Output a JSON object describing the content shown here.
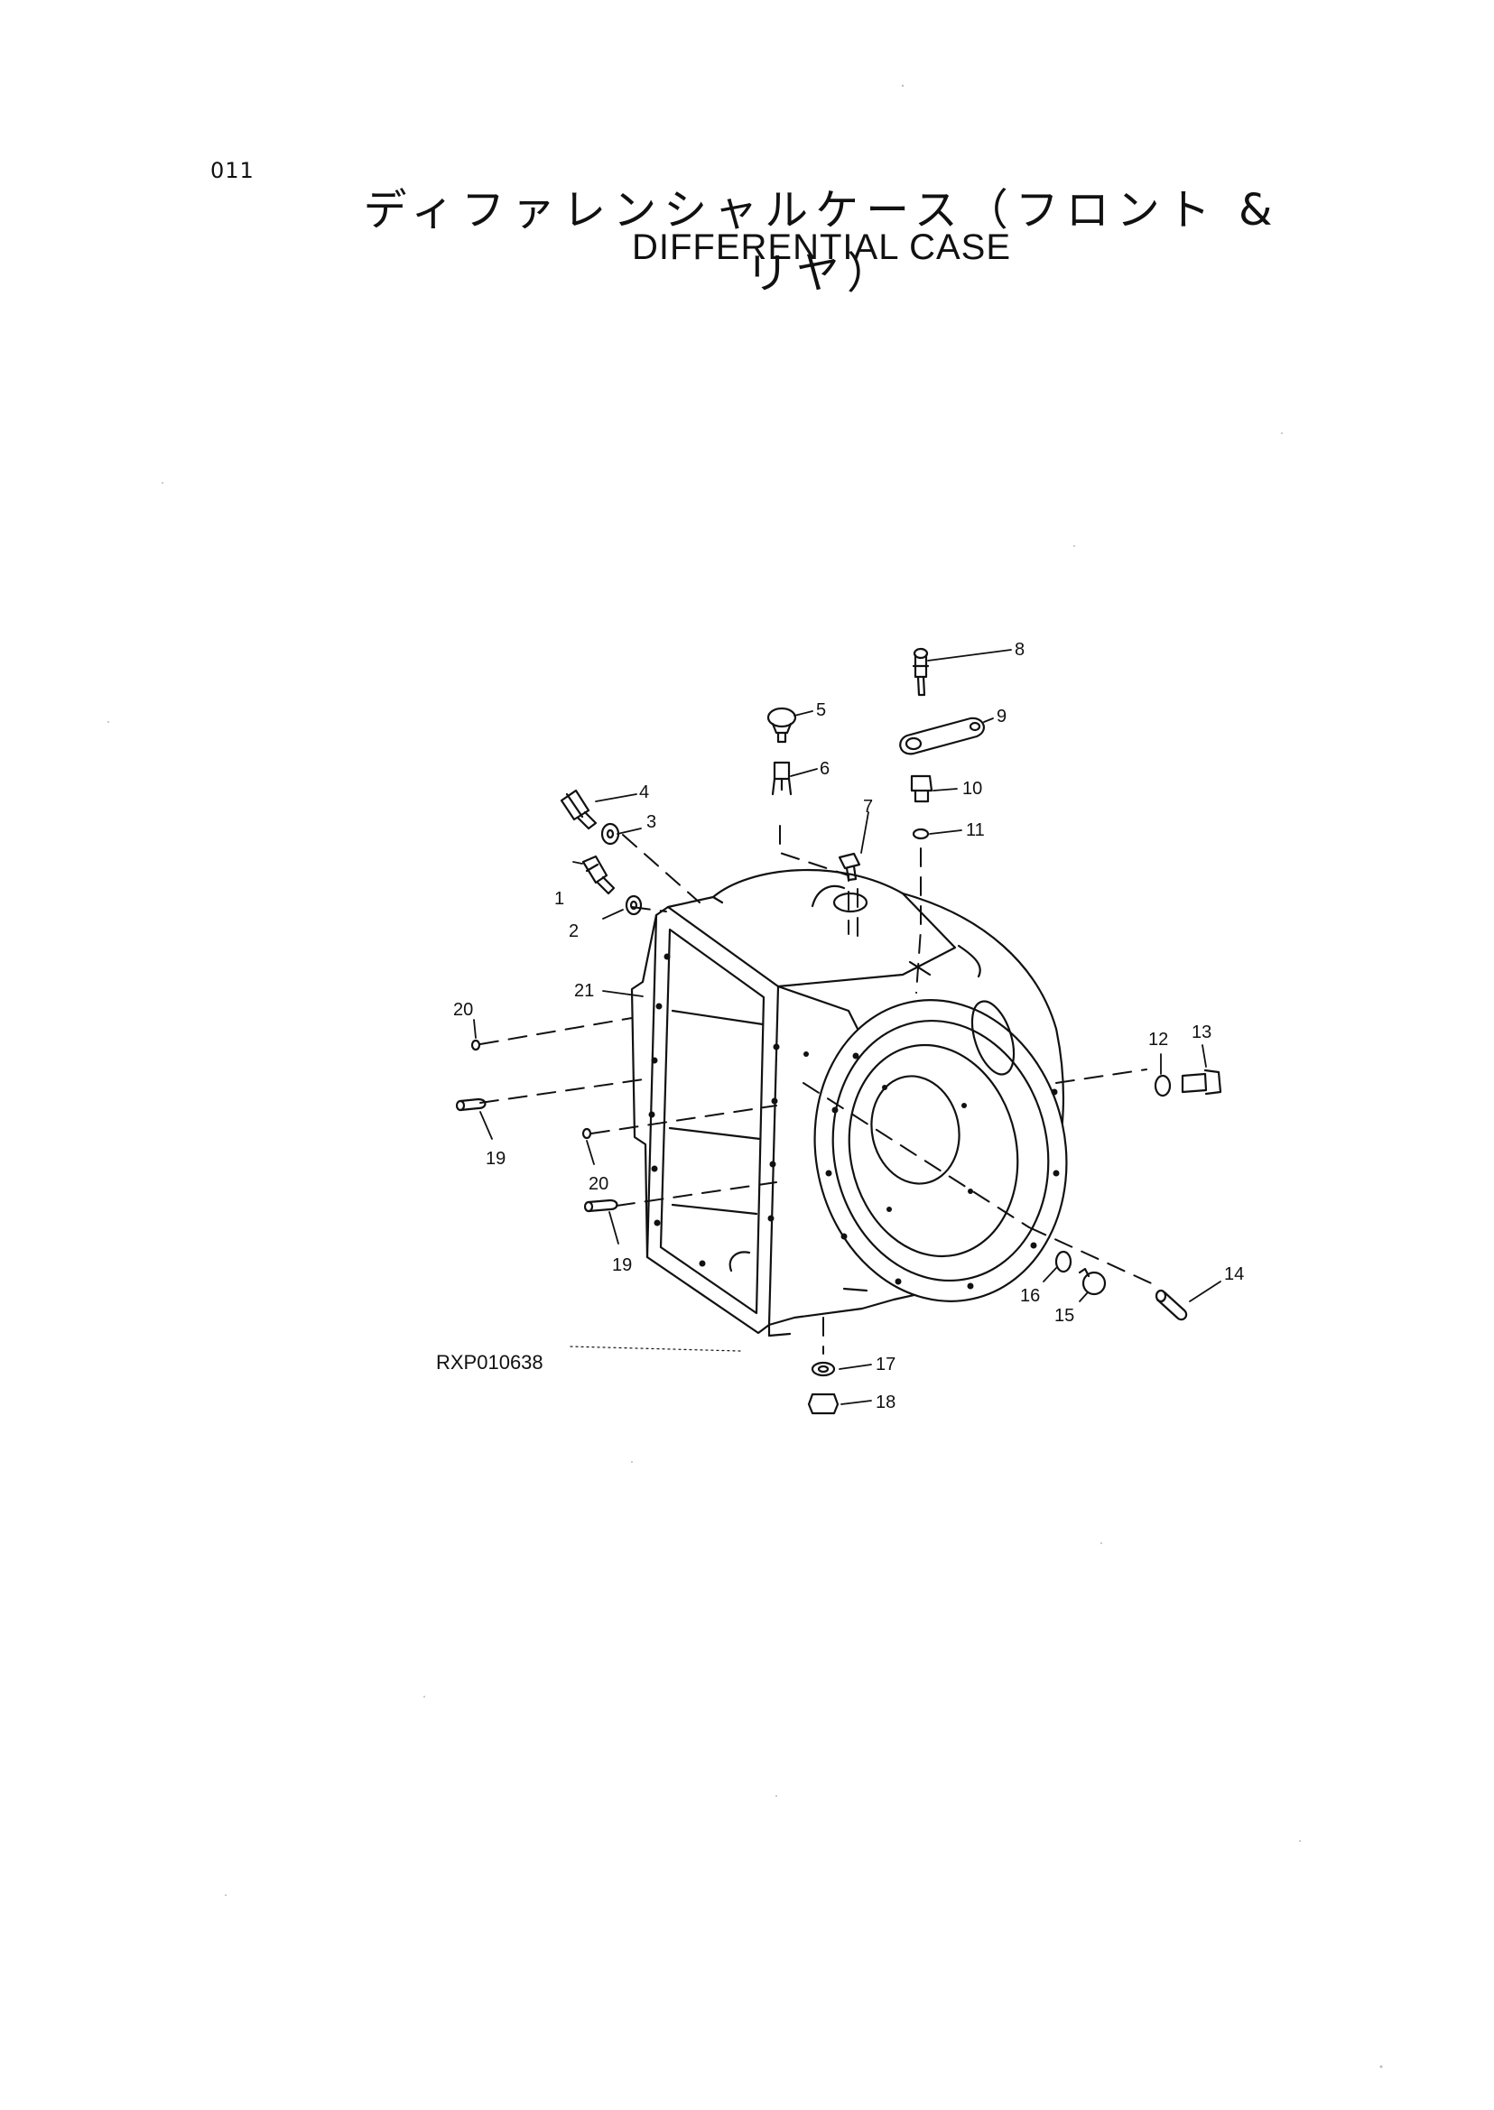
{
  "page_number": "011",
  "title_jp": "ディファレンシャルケース（フロント & リヤ）",
  "title_en": "DIFFERENTIAL CASE",
  "reference_code": "RXP010638",
  "part_labels": [
    "1",
    "2",
    "3",
    "4",
    "5",
    "6",
    "7",
    "8",
    "9",
    "10",
    "11",
    "12",
    "13",
    "14",
    "15",
    "16",
    "17",
    "18",
    "19",
    "19",
    "20",
    "20",
    "21"
  ]
}
